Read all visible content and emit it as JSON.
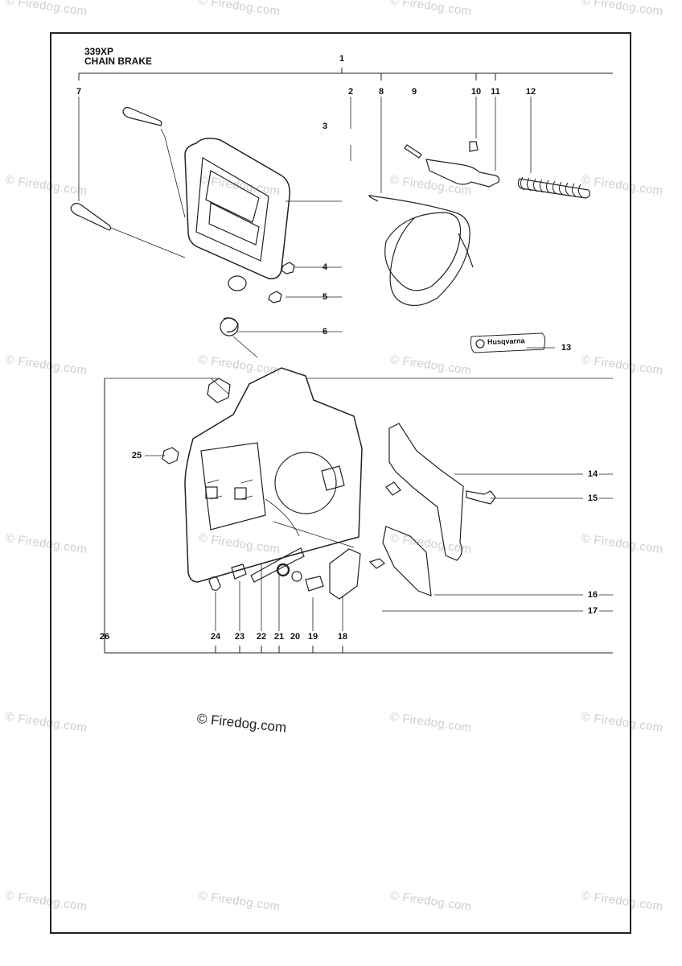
{
  "header": {
    "model": "339XP",
    "section": "CHAIN BRAKE"
  },
  "brand_label": "Husqvarna",
  "watermark": "© Firedog.com",
  "copyright": "© Firedog.com",
  "parts": {
    "p1": "1",
    "p2": "2",
    "p3": "3",
    "p4": "4",
    "p5": "5",
    "p6": "6",
    "p7": "7",
    "p8": "8",
    "p9": "9",
    "p10": "10",
    "p11": "11",
    "p12": "12",
    "p13": "13",
    "p14": "14",
    "p15": "15",
    "p16": "16",
    "p17": "17",
    "p18": "18",
    "p19": "19",
    "p20": "20",
    "p21": "21",
    "p22": "22",
    "p23": "23",
    "p24": "24",
    "p25": "25",
    "p26": "26"
  }
}
